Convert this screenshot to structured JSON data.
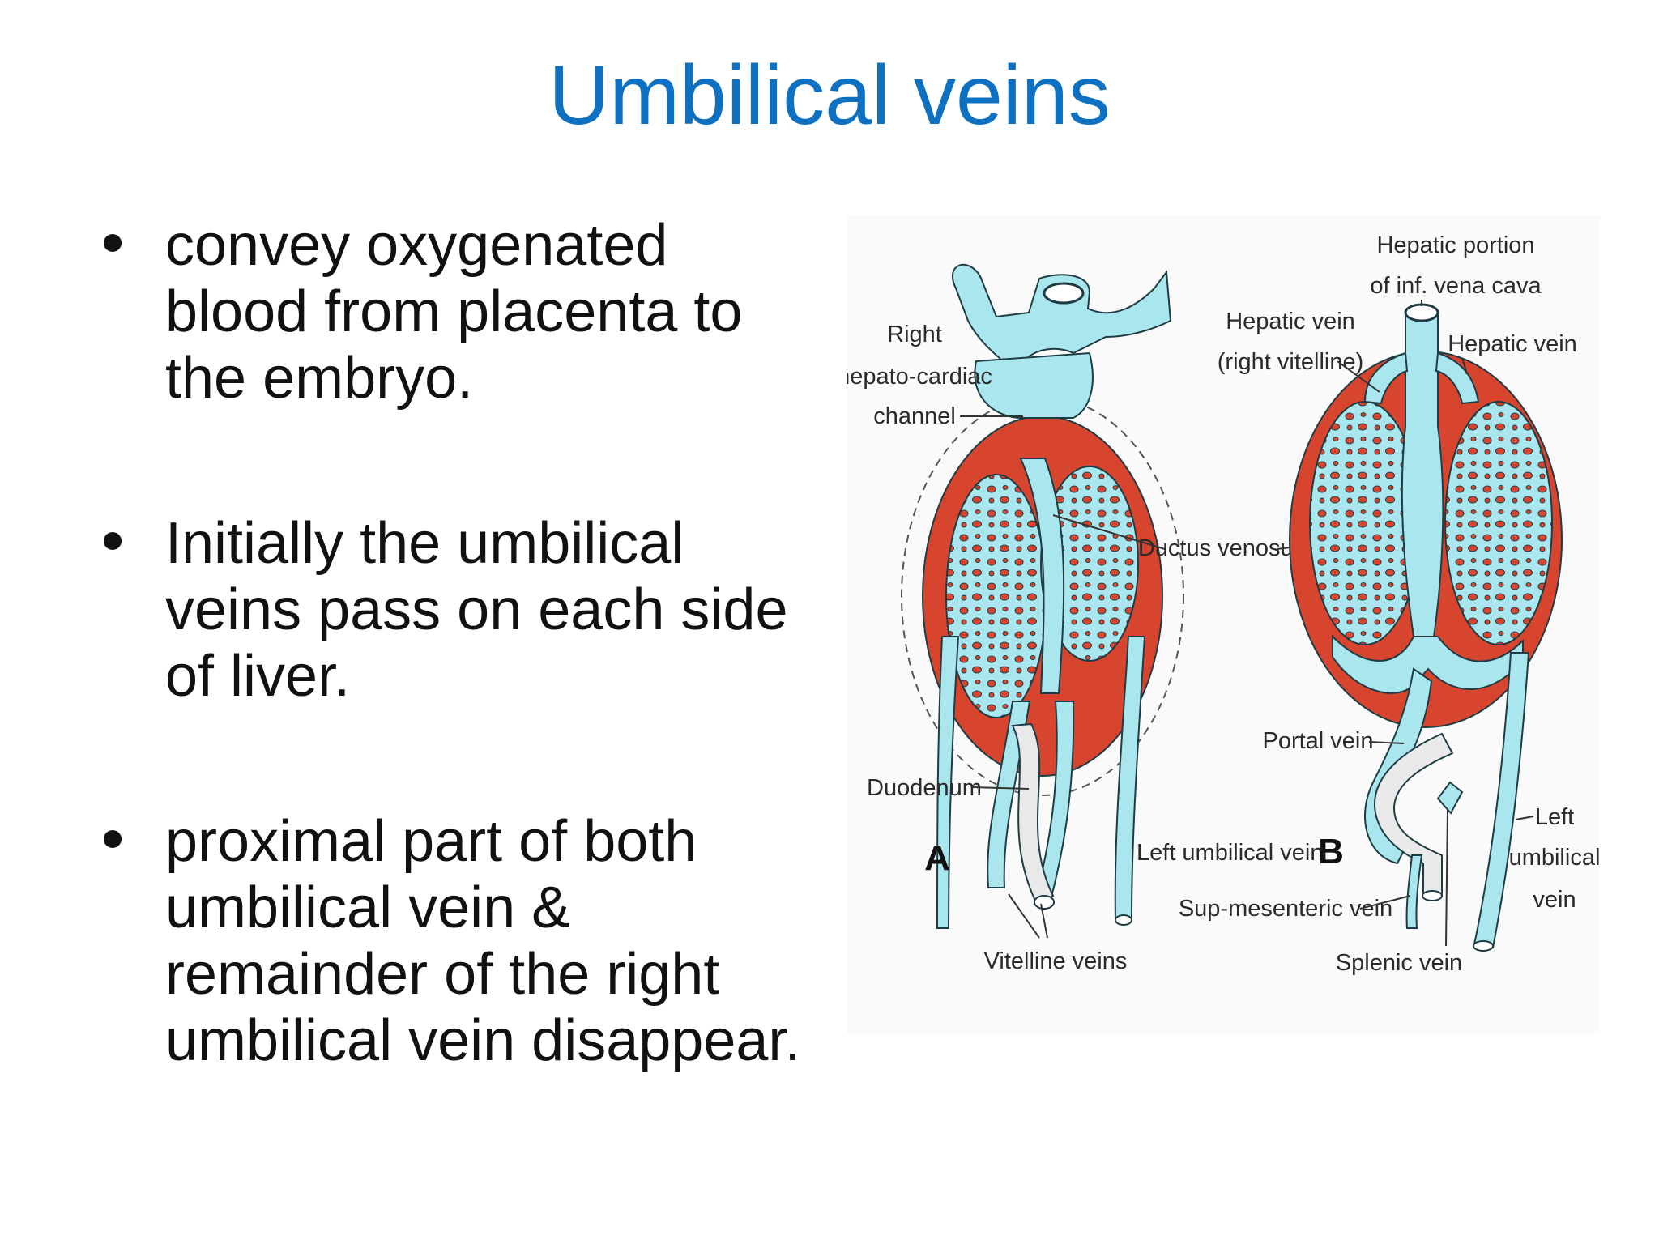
{
  "slide": {
    "title": "Umbilical veins",
    "bullets": [
      "convey oxygenated blood from placenta to the embryo.",
      "Initially the umbilical veins pass on each side of liver.",
      "proximal part of both umbilical vein & remainder of the right umbilical vein disappear."
    ]
  },
  "figure": {
    "panel_a": {
      "letter": "A",
      "labels": {
        "right_hepato_cardiac_1": "Right",
        "right_hepato_cardiac_2": "hepato-cardiac",
        "right_hepato_cardiac_3": "channel",
        "duodenum": "Duodenum",
        "left_umbilical_vein": "Left umbilical vein",
        "vitelline_veins": "Vitelline veins"
      }
    },
    "panel_b": {
      "letter": "B",
      "labels": {
        "hepatic_portion_1": "Hepatic portion",
        "hepatic_portion_2": "of inf. vena cava",
        "hepatic_vein_rv_1": "Hepatic vein",
        "hepatic_vein_rv_2": "(right vitelline)",
        "hepatic_vein": "Hepatic vein",
        "portal_vein": "Portal vein",
        "sup_mesenteric_vein": "Sup-mesenteric vein",
        "splenic_vein": "Splenic vein",
        "left_umbilical_1": "Left",
        "left_umbilical_2": "umbilical",
        "left_umbilical_3": "vein"
      }
    },
    "shared_label": "Ductus venosus",
    "colors": {
      "vein": "#a9e6ee",
      "vein_outline": "#1f3c44",
      "liver": "#d8452f",
      "gut": "#e9e9e9"
    }
  }
}
